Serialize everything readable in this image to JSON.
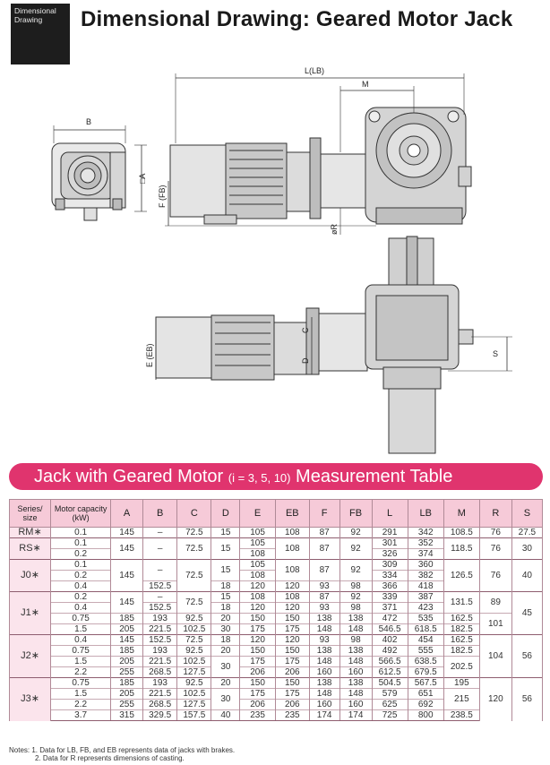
{
  "header": {
    "tag_line1": "Dimensional",
    "tag_line2": "Drawing",
    "title": "Dimensional Drawing: Geared Motor Jack"
  },
  "drawing_labels": {
    "B": "B",
    "A": "□A",
    "F": "F (FB)",
    "L": "L(LB)",
    "M": "M",
    "R": "øR",
    "E": "E (EB)",
    "C": "C",
    "D": "D",
    "S": "S"
  },
  "table_title": {
    "main": "Jack with Geared Motor ",
    "ratio": "(i = 3, 5, 10)",
    "suffix": " Measurement Table"
  },
  "colors": {
    "banner": "#e0346e",
    "header_bg": "#f6cad8",
    "series_bg": "#fbe4ec"
  },
  "table": {
    "headers": [
      "Series/ size",
      "Motor capacity (kW)",
      "A",
      "B",
      "C",
      "D",
      "E",
      "EB",
      "F",
      "FB",
      "L",
      "LB",
      "M",
      "R",
      "S"
    ],
    "groups": [
      {
        "series": "RM∗",
        "rows": [
          [
            "0.1",
            "145",
            "–",
            "72.5",
            "15",
            "105",
            "108",
            "87",
            "92",
            "291",
            "342",
            "108.5",
            "76",
            "27.5"
          ]
        ]
      },
      {
        "series": "RS∗",
        "rows": [
          [
            "0.1",
            "145",
            "–",
            "72.5",
            "15",
            "105",
            "108",
            "87",
            "92",
            "301",
            "352",
            "118.5",
            "76",
            "30"
          ],
          [
            "0.2",
            "",
            "",
            "",
            "",
            "108",
            "",
            "",
            "",
            "326",
            "374",
            "",
            "",
            ""
          ]
        ]
      },
      {
        "series": "J0∗",
        "rows": [
          [
            "0.1",
            "145",
            "–",
            "72.5",
            "15",
            "105",
            "108",
            "87",
            "92",
            "309",
            "360",
            "126.5",
            "76",
            "40"
          ],
          [
            "0.2",
            "",
            "",
            "",
            "",
            "108",
            "",
            "",
            "",
            "334",
            "382",
            "",
            "",
            ""
          ],
          [
            "0.4",
            "",
            "152.5",
            "",
            "18",
            "120",
            "120",
            "93",
            "98",
            "366",
            "418",
            "",
            "",
            ""
          ]
        ]
      },
      {
        "series": "J1∗",
        "rows": [
          [
            "0.2",
            "145",
            "–",
            "72.5",
            "15",
            "108",
            "108",
            "87",
            "92",
            "339",
            "387",
            "131.5",
            "89",
            "45"
          ],
          [
            "0.4",
            "",
            "152.5",
            "",
            "18",
            "120",
            "120",
            "93",
            "98",
            "371",
            "423",
            "",
            "",
            ""
          ],
          [
            "0.75",
            "185",
            "193",
            "92.5",
            "20",
            "150",
            "150",
            "138",
            "138",
            "472",
            "535",
            "162.5",
            "101",
            ""
          ],
          [
            "1.5",
            "205",
            "221.5",
            "102.5",
            "30",
            "175",
            "175",
            "148",
            "148",
            "546.5",
            "618.5",
            "182.5",
            "",
            ""
          ]
        ]
      },
      {
        "series": "J2∗",
        "rows": [
          [
            "0.4",
            "145",
            "152.5",
            "72.5",
            "18",
            "120",
            "120",
            "93",
            "98",
            "402",
            "454",
            "162.5",
            "104",
            "56"
          ],
          [
            "0.75",
            "185",
            "193",
            "92.5",
            "20",
            "150",
            "150",
            "138",
            "138",
            "492",
            "555",
            "182.5",
            "",
            ""
          ],
          [
            "1.5",
            "205",
            "221.5",
            "102.5",
            "30",
            "175",
            "175",
            "148",
            "148",
            "566.5",
            "638.5",
            "202.5",
            "",
            ""
          ],
          [
            "2.2",
            "255",
            "268.5",
            "127.5",
            "",
            "206",
            "206",
            "160",
            "160",
            "612.5",
            "679.5",
            "",
            "",
            ""
          ]
        ]
      },
      {
        "series": "J3∗",
        "rows": [
          [
            "0.75",
            "185",
            "193",
            "92.5",
            "20",
            "150",
            "150",
            "138",
            "138",
            "504.5",
            "567.5",
            "195",
            "120",
            "56"
          ],
          [
            "1.5",
            "205",
            "221.5",
            "102.5",
            "30",
            "175",
            "175",
            "148",
            "148",
            "579",
            "651",
            "215",
            "",
            ""
          ],
          [
            "2.2",
            "255",
            "268.5",
            "127.5",
            "",
            "206",
            "206",
            "160",
            "160",
            "625",
            "692",
            "",
            "",
            ""
          ],
          [
            "3.7",
            "315",
            "329.5",
            "157.5",
            "40",
            "235",
            "235",
            "174",
            "174",
            "725",
            "800",
            "238.5",
            "",
            ""
          ]
        ]
      }
    ]
  },
  "notes": {
    "line1": "Notes: 1. Data for LB, FB, and EB represents data of jacks with brakes.",
    "line2": "2. Data for R represents dimensions of casting."
  }
}
